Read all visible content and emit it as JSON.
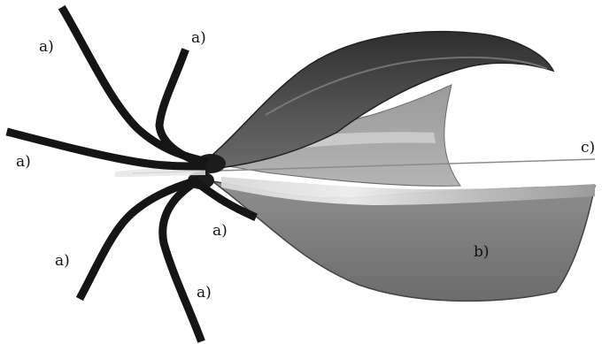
{
  "figure": {
    "labels": {
      "legs": [
        "a)",
        "a)",
        "a)",
        "a)",
        "a)",
        "a)"
      ],
      "body": "b)",
      "axis": "c)"
    },
    "colors": {
      "leg": "#151515",
      "body_dark": "#3a3a3a",
      "body_mid": "#7a7a7a",
      "body_light": "#a8a8a8",
      "axis_line": "#8c8c8c",
      "background": "#ffffff"
    }
  }
}
